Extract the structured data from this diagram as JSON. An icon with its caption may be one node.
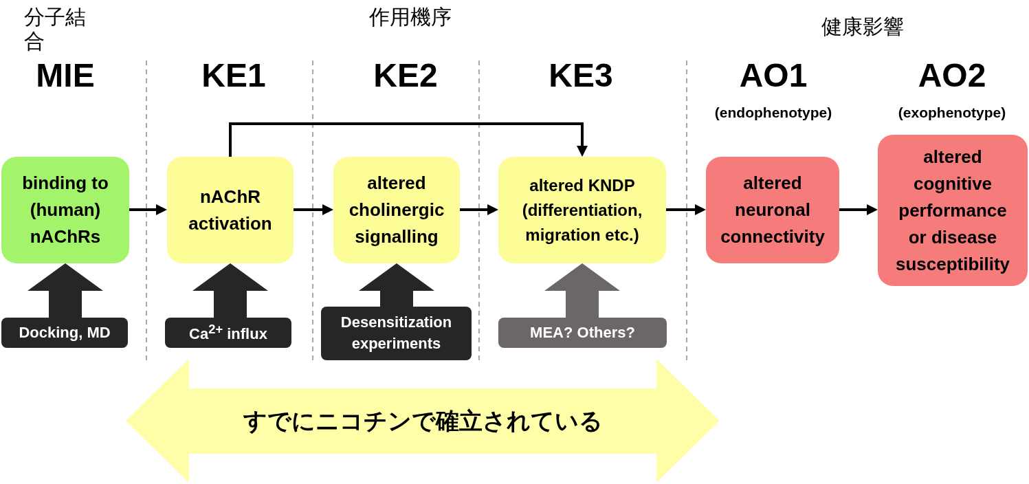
{
  "diagram": {
    "nodes": [
      {
        "text": [
          "binding to (human) nAChRs"
        ]
      },
      {
        "text": [
          "nAChR activation"
        ]
      },
      {
        "text": [
          "altered cholinergic signalling"
        ]
      },
      {
        "text": [
          "altered KNDP (differentiation, migration etc.)"
        ]
      },
      {
        "text": [
          "altered neuronal connectivity"
        ]
      },
      {
        "text": [
          "altered cognitive performance or disease susceptibility"
        ]
      },
      {
        "text": [
          "Docking, MD"
        ]
      },
      {
        "text": [
          "Ca$^{2+}$ influx"
        ]
      },
      {
        "text": [
          "Desensitization experiments"
        ]
      },
      {
        "text": [
          "MEA? Others?"
        ]
      },
      {
        "text": [
          "すでにニコチンで確立されている"
        ]
      }
    ],
    "edges": [
      {
        "from": 0,
        "to": 1,
        "arrow": "to"
      },
      {
        "from": 1,
        "to": 2,
        "arrow": "to"
      },
      {
        "from": 2,
        "to": 3,
        "arrow": "to"
      },
      {
        "from": 3,
        "to": 4,
        "arrow": "to"
      },
      {
        "from": 4,
        "to": 5,
        "arrow": "to"
      },
      {
        "from": 1,
        "to": 3,
        "arrow": "to"
      },
      {
        "from": 6,
        "to": 0,
        "arrow": "to",
        "style": "thick",
        "color": "#262626"
      },
      {
        "from": 7,
        "to": 1,
        "arrow": "to",
        "style": "thick",
        "color": "#262626"
      },
      {
        "from": 8,
        "to": 2,
        "arrow": "to",
        "style": "thick",
        "color": "#262626"
      },
      {
        "from": 9,
        "to": 3,
        "arrow": "to",
        "style": "thick",
        "color": "#6b6767"
      }
    ],
    "labels": [
      "分子結合",
      "作用機序",
      "健康影響",
      "MIE",
      "KE1",
      "KE2",
      "KE3",
      "AO1",
      "AO2",
      "(endophenotype)",
      "(exophenotype)"
    ]
  }
}
